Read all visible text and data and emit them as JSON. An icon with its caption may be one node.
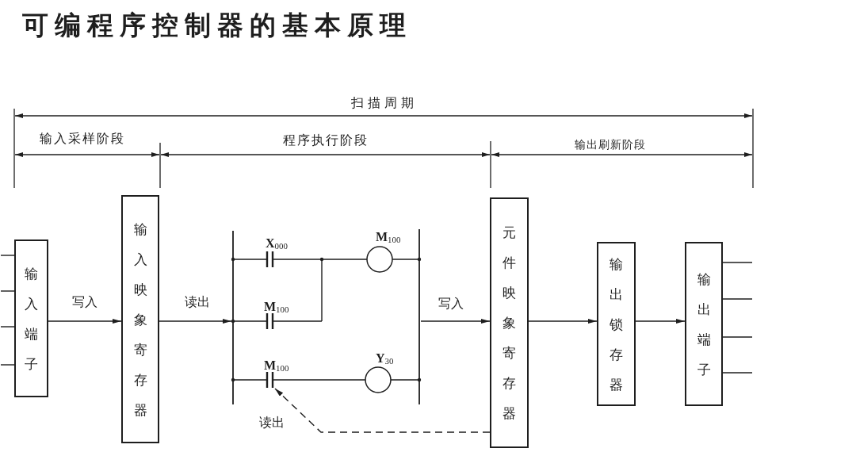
{
  "diagram": {
    "title": "可编程序控制器的基本原理",
    "nodes": [
      {
        "text": [
          "输入端子"
        ]
      },
      {
        "text": [
          "输入映象寄存器"
        ]
      },
      {
        "text": [],
        "shape": "picture"
      },
      {
        "text": [],
        "shape": "contact",
        "in": 2
      },
      {
        "text": [
          "元件映象寄存器"
        ]
      },
      {
        "text": [
          "输出锁存器"
        ]
      },
      {
        "text": [
          "输出端子"
        ]
      }
    ],
    "edges": [
      {
        "from": null,
        "to": 0,
        "arrow": "none"
      },
      {
        "from": null,
        "to": 0,
        "arrow": "none"
      },
      {
        "from": null,
        "to": 0,
        "arrow": "none"
      },
      {
        "from": null,
        "to": 0,
        "arrow": "none"
      },
      {
        "from": 0,
        "to": 1,
        "arrow": "to",
        "label": "写入"
      },
      {
        "from": 1,
        "to": 2,
        "arrow": "to",
        "label": "读出"
      },
      {
        "from": 2,
        "to": 4,
        "arrow": "to",
        "label": "写入"
      },
      {
        "from": 4,
        "to": 3,
        "arrow": "to",
        "label": "读出",
        "style": "dashed"
      },
      {
        "from": 4,
        "to": 5,
        "arrow": "to"
      },
      {
        "from": 5,
        "to": 6,
        "arrow": "to"
      },
      {
        "from": 6,
        "to": null,
        "arrow": "none"
      },
      {
        "from": 6,
        "to": null,
        "arrow": "none"
      },
      {
        "from": 6,
        "to": null,
        "arrow": "none"
      },
      {
        "from": 6,
        "to": null,
        "arrow": "none"
      }
    ],
    "labels": [
      "扫描周期",
      "输入采样阶段",
      "程序执行阶段",
      "输出刷新阶段",
      "X$_{000}$",
      "M$_{100}$",
      "M$_{100}$",
      "M$_{100}$",
      "Y$_{30}$"
    ]
  }
}
